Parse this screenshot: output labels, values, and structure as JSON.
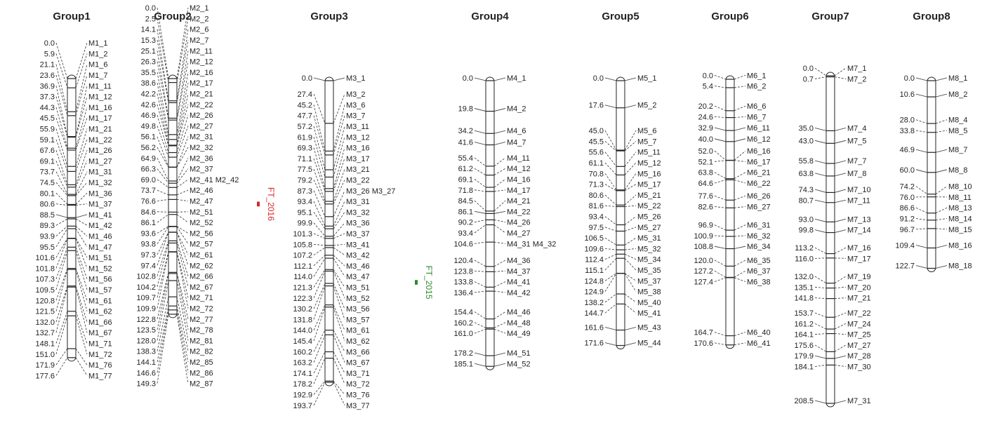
{
  "map": {
    "groups": [
      {
        "title": "Group1",
        "markers": [
          [
            "0.0",
            "M1_1"
          ],
          [
            "5.9",
            "M1_2"
          ],
          [
            "21.1",
            "M1_6"
          ],
          [
            "23.6",
            "M1_7"
          ],
          [
            "36.9",
            "M1_11"
          ],
          [
            "37.3",
            "M1_12"
          ],
          [
            "44.3",
            "M1_16"
          ],
          [
            "45.5",
            "M1_17"
          ],
          [
            "55.9",
            "M1_21"
          ],
          [
            "59.1",
            "M1_22"
          ],
          [
            "67.6",
            "M1_26"
          ],
          [
            "69.1",
            "M1_27"
          ],
          [
            "73.7",
            "M1_31"
          ],
          [
            "74.5",
            "M1_32"
          ],
          [
            "80.1",
            "M1_36"
          ],
          [
            "80.6",
            "M1_37"
          ],
          [
            "88.5",
            "M1_41"
          ],
          [
            "89.3",
            "M1_42"
          ],
          [
            "93.9",
            "M1_46"
          ],
          [
            "95.5",
            "M1_47"
          ],
          [
            "101.6",
            "M1_51"
          ],
          [
            "101.8",
            "M1_52"
          ],
          [
            "107.3",
            "M1_56"
          ],
          [
            "109.5",
            "M1_57"
          ],
          [
            "120.8",
            "M1_61"
          ],
          [
            "121.5",
            "M1_62"
          ],
          [
            "132.0",
            "M1_66"
          ],
          [
            "132.7",
            "M1_67"
          ],
          [
            "148.1",
            "M1_71"
          ],
          [
            "151.0",
            "M1_72"
          ],
          [
            "171.9",
            "M1_76"
          ],
          [
            "177.6",
            "M1_77"
          ]
        ]
      },
      {
        "title": "Group2",
        "markers": [
          [
            "0.0",
            "M2_1"
          ],
          [
            "2.5",
            "M2_2"
          ],
          [
            "14.1",
            "M2_6"
          ],
          [
            "15.3",
            "M2_7"
          ],
          [
            "25.1",
            "M2_11"
          ],
          [
            "26.3",
            "M2_12"
          ],
          [
            "35.5",
            "M2_16"
          ],
          [
            "38.6",
            "M2_17"
          ],
          [
            "42.2",
            "M2_21"
          ],
          [
            "42.6",
            "M2_22"
          ],
          [
            "46.9",
            "M2_26"
          ],
          [
            "49.8",
            "M2_27"
          ],
          [
            "56.1",
            "M2_31"
          ],
          [
            "56.2",
            "M2_32"
          ],
          [
            "64.9",
            "M2_36"
          ],
          [
            "66.3",
            "M2_37"
          ],
          [
            "69.0",
            "M2_41 M2_42"
          ],
          [
            "73.7",
            "M2_46"
          ],
          [
            "76.6",
            "M2_47"
          ],
          [
            "84.6",
            "M2_51"
          ],
          [
            "86.1",
            "M2_52"
          ],
          [
            "93.6",
            "M2_56"
          ],
          [
            "93.8",
            "M2_57"
          ],
          [
            "97.3",
            "M2_61"
          ],
          [
            "97.4",
            "M2_62"
          ],
          [
            "102.8",
            "M2_66"
          ],
          [
            "104.2",
            "M2_67"
          ],
          [
            "109.7",
            "M2_71"
          ],
          [
            "109.9",
            "M2_72"
          ],
          [
            "122.8",
            "M2_77"
          ],
          [
            "123.5",
            "M2_78"
          ],
          [
            "128.0",
            "M2_81"
          ],
          [
            "138.3",
            "M2_82"
          ],
          [
            "144.1",
            "M2_85"
          ],
          [
            "146.6",
            "M2_86"
          ],
          [
            "149.3",
            "M2_87"
          ]
        ]
      },
      {
        "title": "Group3",
        "markers": [
          [
            "0.0",
            "M3_1"
          ],
          [
            "27.4",
            "M3_2"
          ],
          [
            "45.2",
            "M3_6"
          ],
          [
            "47.7",
            "M3_7"
          ],
          [
            "57.2",
            "M3_11"
          ],
          [
            "61.9",
            "M3_12"
          ],
          [
            "69.3",
            "M3_16"
          ],
          [
            "71.1",
            "M3_17"
          ],
          [
            "77.5",
            "M3_21"
          ],
          [
            "79.2",
            "M3_22"
          ],
          [
            "87.3",
            "M3_26 M3_27"
          ],
          [
            "93.4",
            "M3_31"
          ],
          [
            "95.1",
            "M3_32"
          ],
          [
            "99.9",
            "M3_36"
          ],
          [
            "101.3",
            "M3_37"
          ],
          [
            "105.8",
            "M3_41"
          ],
          [
            "107.2",
            "M3_42"
          ],
          [
            "112.1",
            "M3_46"
          ],
          [
            "114.0",
            "M3_47"
          ],
          [
            "121.3",
            "M3_51"
          ],
          [
            "122.3",
            "M3_52"
          ],
          [
            "130.2",
            "M3_56"
          ],
          [
            "131.8",
            "M3_57"
          ],
          [
            "144.0",
            "M3_61"
          ],
          [
            "145.4",
            "M3_62"
          ],
          [
            "160.2",
            "M3_66"
          ],
          [
            "163.2",
            "M3_67"
          ],
          [
            "174.1",
            "M3_71"
          ],
          [
            "178.2",
            "M3_72"
          ],
          [
            "192.9",
            "M3_76"
          ],
          [
            "193.7",
            "M3_77"
          ]
        ]
      },
      {
        "title": "Group4",
        "markers": [
          [
            "0.0",
            "M4_1"
          ],
          [
            "19.8",
            "M4_2"
          ],
          [
            "34.2",
            "M4_6"
          ],
          [
            "41.6",
            "M4_7"
          ],
          [
            "55.4",
            "M4_11"
          ],
          [
            "61.2",
            "M4_12"
          ],
          [
            "69.1",
            "M4_16"
          ],
          [
            "71.8",
            "M4_17"
          ],
          [
            "84.5",
            "M4_21"
          ],
          [
            "86.1",
            "M4_22"
          ],
          [
            "90.2",
            "M4_26"
          ],
          [
            "93.4",
            "M4_27"
          ],
          [
            "104.6",
            "M4_31 M4_32"
          ],
          [
            "120.4",
            "M4_36"
          ],
          [
            "123.8",
            "M4_37"
          ],
          [
            "133.8",
            "M4_41"
          ],
          [
            "136.4",
            "M4_42"
          ],
          [
            "154.4",
            "M4_46"
          ],
          [
            "160.2",
            "M4_48"
          ],
          [
            "161.0",
            "M4_49"
          ],
          [
            "178.2",
            "M4_51"
          ],
          [
            "185.1",
            "M4_52"
          ]
        ]
      },
      {
        "title": "Group5",
        "markers": [
          [
            "0.0",
            "M5_1"
          ],
          [
            "17.6",
            "M5_2"
          ],
          [
            "45.0",
            "M5_6"
          ],
          [
            "45.5",
            "M5_7"
          ],
          [
            "55.6",
            "M5_11"
          ],
          [
            "61.1",
            "M5_12"
          ],
          [
            "70.8",
            "M5_16"
          ],
          [
            "71.3",
            "M5_17"
          ],
          [
            "80.6",
            "M5_21"
          ],
          [
            "81.6",
            "M5_22"
          ],
          [
            "93.4",
            "M5_26"
          ],
          [
            "97.5",
            "M5_27"
          ],
          [
            "106.5",
            "M5_31"
          ],
          [
            "109.6",
            "M5_32"
          ],
          [
            "112.4",
            "M5_34"
          ],
          [
            "115.1",
            "M5_35"
          ],
          [
            "124.8",
            "M5_37"
          ],
          [
            "124.9",
            "M5_38"
          ],
          [
            "138.2",
            "M5_40"
          ],
          [
            "144.7",
            "M5_41"
          ],
          [
            "161.6",
            "M5_43"
          ],
          [
            "171.6",
            "M5_44"
          ]
        ]
      },
      {
        "title": "Group6",
        "markers": [
          [
            "0.0",
            "M6_1"
          ],
          [
            "5.4",
            "M6_2"
          ],
          [
            "20.2",
            "M6_6"
          ],
          [
            "24.6",
            "M6_7"
          ],
          [
            "32.9",
            "M6_11"
          ],
          [
            "40.0",
            "M6_12"
          ],
          [
            "52.0",
            "M6_16"
          ],
          [
            "52.1",
            "M6_17"
          ],
          [
            "63.8",
            "M6_21"
          ],
          [
            "64.6",
            "M6_22"
          ],
          [
            "77.6",
            "M6_26"
          ],
          [
            "82.6",
            "M6_27"
          ],
          [
            "96.9",
            "M6_31"
          ],
          [
            "100.9",
            "M6_32"
          ],
          [
            "108.8",
            "M6_34"
          ],
          [
            "120.0",
            "M6_35"
          ],
          [
            "127.2",
            "M6_37"
          ],
          [
            "127.4",
            "M6_38"
          ],
          [
            "164.7",
            "M6_40"
          ],
          [
            "170.6",
            "M6_41"
          ]
        ]
      },
      {
        "title": "Group7",
        "markers": [
          [
            "0.0",
            "M7_1"
          ],
          [
            "0.7",
            "M7_2"
          ],
          [
            "35.0",
            "M7_4"
          ],
          [
            "43.0",
            "M7_5"
          ],
          [
            "55.8",
            "M7_7"
          ],
          [
            "63.8",
            "M7_8"
          ],
          [
            "74.3",
            "M7_10"
          ],
          [
            "80.7",
            "M7_11"
          ],
          [
            "93.0",
            "M7_13"
          ],
          [
            "99.8",
            "M7_14"
          ],
          [
            "113.2",
            "M7_16"
          ],
          [
            "116.0",
            "M7_17"
          ],
          [
            "132.0",
            "M7_19"
          ],
          [
            "135.1",
            "M7_20"
          ],
          [
            "141.8",
            "M7_21"
          ],
          [
            "153.7",
            "M7_22"
          ],
          [
            "161.2",
            "M7_24"
          ],
          [
            "164.1",
            "M7_25"
          ],
          [
            "175.6",
            "M7_27"
          ],
          [
            "179.9",
            "M7_28"
          ],
          [
            "184.1",
            "M7_30"
          ],
          [
            "208.5",
            "M7_31"
          ]
        ]
      },
      {
        "title": "Group8",
        "markers": [
          [
            "0.0",
            "M8_1"
          ],
          [
            "10.6",
            "M8_2"
          ],
          [
            "28.0",
            "M8_4"
          ],
          [
            "33.8",
            "M8_5"
          ],
          [
            "46.9",
            "M8_7"
          ],
          [
            "60.0",
            "M8_8"
          ],
          [
            "74.2",
            "M8_10"
          ],
          [
            "76.0",
            "M8_11"
          ],
          [
            "86.6",
            "M8_13"
          ],
          [
            "91.2",
            "M8_14"
          ],
          [
            "96.7",
            "M8_15"
          ],
          [
            "109.4",
            "M8_16"
          ],
          [
            "122.7",
            "M8_18"
          ]
        ]
      }
    ],
    "qtls": [
      {
        "label": "FT_2016",
        "color": "#d62728",
        "group": "Group2",
        "cm": [
          78.0,
          81.0
        ]
      },
      {
        "label": "FT_2015",
        "color": "#2e8b2e",
        "group": "Group3",
        "cm": [
          128.0,
          131.0
        ]
      }
    ]
  }
}
